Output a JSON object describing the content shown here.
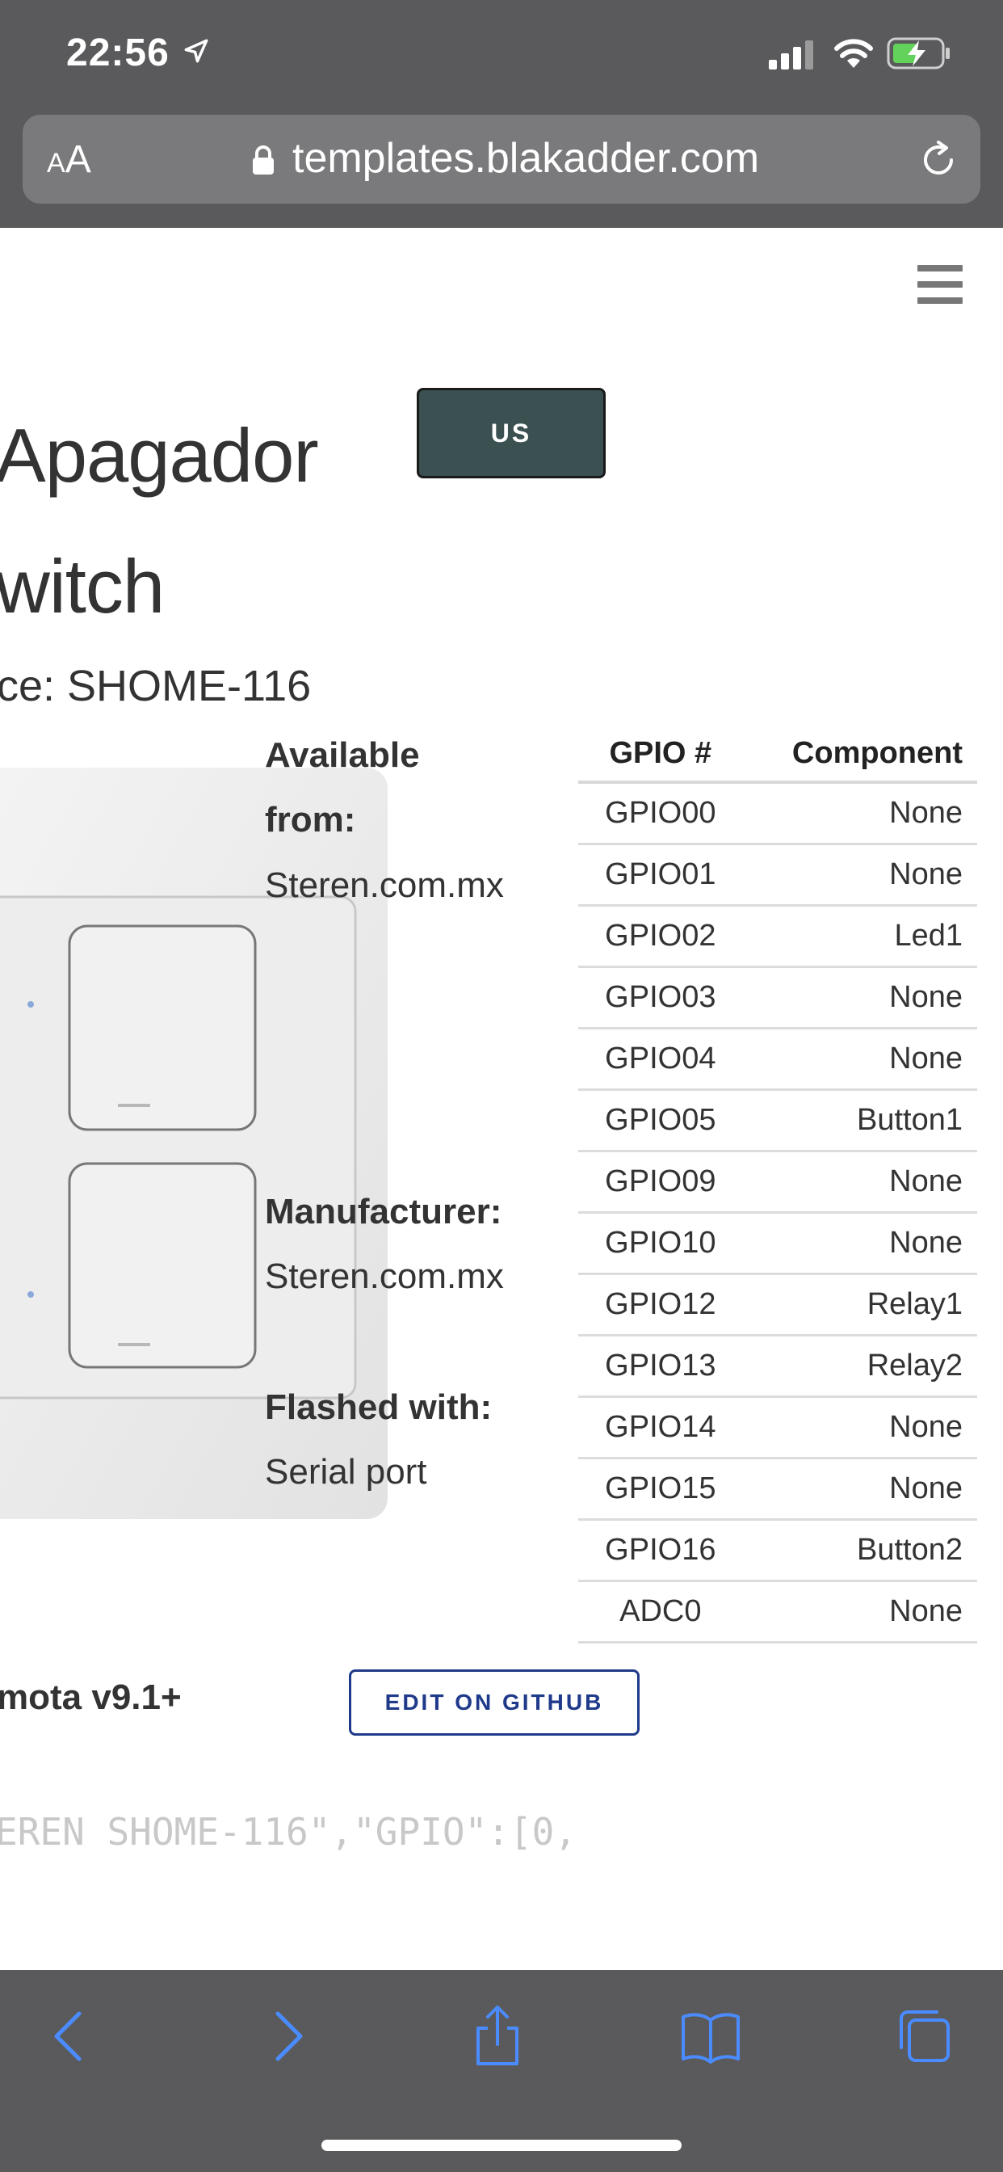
{
  "status_bar": {
    "time": "22:56",
    "icons": [
      "location-arrow-icon",
      "cellular-signal-icon",
      "wifi-icon",
      "battery-charging-icon"
    ],
    "battery_color": "#63d25a"
  },
  "browser": {
    "text_size_small": "A",
    "text_size_large": "A",
    "url": "templates.blakadder.com"
  },
  "page": {
    "title_line1": "Apagador",
    "title_line2": "witch",
    "region_label": "US",
    "reference": "ce: SHOME-116",
    "available_label": "Available from:",
    "available_value": "Steren.com.mx",
    "manufacturer_label": "Manufacturer:",
    "manufacturer_value": "Steren.com.mx",
    "flashed_label": "Flashed with:",
    "flashed_value": "Serial port",
    "firmware": "mota v9.1+",
    "edit_label": "EDIT ON GITHUB",
    "template_code": "EREN SHOME-116\",\"GPIO\":[0,"
  },
  "gpio_table": {
    "headers": [
      "GPIO #",
      "Component"
    ],
    "rows": [
      [
        "GPIO00",
        "None"
      ],
      [
        "GPIO01",
        "None"
      ],
      [
        "GPIO02",
        "Led1"
      ],
      [
        "GPIO03",
        "None"
      ],
      [
        "GPIO04",
        "None"
      ],
      [
        "GPIO05",
        "Button1"
      ],
      [
        "GPIO09",
        "None"
      ],
      [
        "GPIO10",
        "None"
      ],
      [
        "GPIO12",
        "Relay1"
      ],
      [
        "GPIO13",
        "Relay2"
      ],
      [
        "GPIO14",
        "None"
      ],
      [
        "GPIO15",
        "None"
      ],
      [
        "GPIO16",
        "Button2"
      ],
      [
        "ADC0",
        "None"
      ]
    ]
  },
  "colors": {
    "chrome_bg": "#5a5a5c",
    "toolbar_icon": "#4a8cff",
    "region_button": "#3b5051",
    "github_button": "#1f3a8a"
  }
}
